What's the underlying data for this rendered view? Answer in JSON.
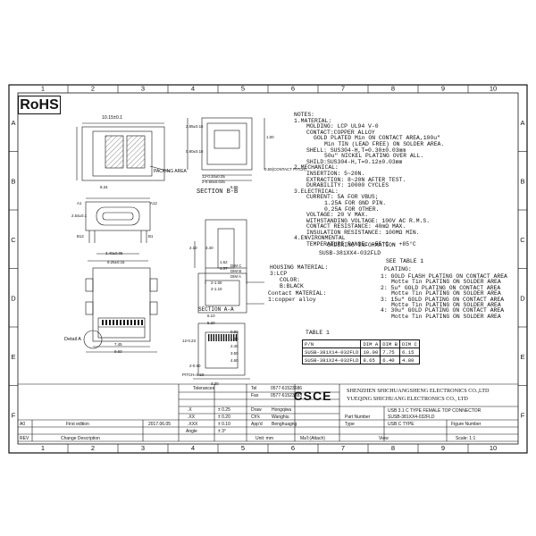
{
  "badge": "RoHS",
  "grid": {
    "columns": [
      "1",
      "2",
      "3",
      "4",
      "5",
      "6",
      "7",
      "8",
      "9",
      "10"
    ],
    "rows": [
      "A",
      "B",
      "C",
      "D",
      "E",
      "F"
    ]
  },
  "notes": {
    "header": "NOTES:",
    "lines": [
      "1.MATERIAL:",
      "MOLDING: LCP UL94 V-0",
      "CONTACT:COPPER ALLOY",
      "GOLD PLATED Min ON CONTACT AREA,100u\"",
      "Min TIN (LEAD FREE) ON SOLDER AREA.",
      "SHELL: SUS304-H,T=0.30±0.03mm",
      "50u\" NICKEL PLATING OVER ALL.",
      "SHILD:SUS304-H,T=0.12±0.03mm",
      "2.MECHANICAL:",
      "INSERTION: 5~20N.",
      "EXTRACTION: 8~20N AFTER TEST.",
      "DURABILITY: 10000 CYCLES",
      "3.ELECTRICAL:",
      "CURRENT: 5A FOR VBUS;",
      "1.25A FOR GND PIN.",
      "0.25A FOR OTHER.",
      "VOLTAGE: 20 V MAX.",
      "WITHSTANDING VOLTAGE: 100V AC R.M.S.",
      "CONTACT RESISTANCE: 40mΩ MAX.",
      "INSULATION RESISTANCE: 100MΩ MIN.",
      "4.ENVIRONMENTAL",
      "TEMPERATURE RANGE: -55°C ~ +85°C"
    ]
  },
  "ordering": {
    "title": "ORDERING INFORMATION",
    "part_code": "SUSB-381XX4-032FLD",
    "see_table": "SEE TABLE 1",
    "housing_label": "HOUSING MATERIAL:",
    "housing_value": "3:LCP",
    "color_label": "COLOR:",
    "color_value": "B:BLACK",
    "contact_label": "Contact MATERIAL:",
    "contact_value": "1:copper alloy",
    "plating_label": "PLATING:",
    "plating": [
      "1: GOLD FLASH PLATING ON CONTACT AREA",
      "Motte Tin PLATING ON SOLDER AREA",
      "2: 5u\" GOLD PLATING ON CONTACT AREA",
      "Motte Tin PLATING ON SOLDER AREA",
      "3: 15u\" GOLD PLATING ON CONTACT AREA",
      "Motte Tin PLATING ON SOLDER AREA",
      "4: 30u\" GOLD PLATING ON CONTACT AREA",
      "Motte Tin PLATING ON SOLDER AREA"
    ]
  },
  "table1": {
    "title": "TABLE 1",
    "headers": [
      "P/N",
      "DIM A",
      "DIM B",
      "DIM C"
    ],
    "rows": [
      [
        "SUSB-381X14-032FLD",
        "10.00",
        "7.75",
        "6.15"
      ],
      [
        "SUSB-381X24-032FLD",
        "8.65",
        "6.40",
        "4.80"
      ]
    ]
  },
  "drawing_labels": {
    "top_width": "10.15±0.1",
    "packing_area": "PACKING AREA",
    "section_bb": "SECTION  B-B",
    "section_aa": "SECTION  A-A",
    "detail_a": "Detail A",
    "dims": [
      "8.34",
      "A1",
      "A12",
      "B12",
      "B1",
      "2.54±0.1",
      "3.40±0.05",
      "9.26±0.15",
      "0.50(CONTACT PITCH)",
      "12-0.30±0.05",
      "2-0.60±0.025",
      "6.86",
      "2.85±0.15",
      "0.80±0.15",
      "1.00",
      "2.10",
      "3.40",
      "DIM C",
      "DIM B",
      "DIM A",
      "1.62",
      "1.37",
      "2-1.00",
      "2-1.10",
      "7.45",
      "9.60",
      "6.10",
      "5.20",
      "12-0.23",
      "0.80",
      "1.40",
      "2.40",
      "3.50",
      "4.60",
      "PITCH=0.50",
      "3.30",
      "2-0.60"
    ]
  },
  "title_block": {
    "tolerances_label": "Tolerances",
    "tel_label": "Tel",
    "tel_value": "0577-61523686",
    "fax_label": "Fax",
    "fax_value": "0577-61523683",
    "tolerance_rows": [
      [
        ".X",
        "± 0.25"
      ],
      [
        ".XX",
        "± 0.20"
      ],
      [
        ".XXX",
        "± 0.10"
      ]
    ],
    "angle_label": "Angle",
    "angle_value": "± 3°",
    "draw_label": "Draw",
    "draw_value": "Hongqiwu",
    "chk_label": "Ch'k",
    "chk_value": "Wanghiu",
    "appd_label": "App'd",
    "appd_value": "Benghuagng",
    "unit_label": "Unit: mm",
    "logo": "CSCE",
    "company_cn": "SHENZHEN SHICHUANGSHENG ELECTRONICS CO.,LTD",
    "company_2": "YUEQING SHICHUANG ELECTRONICS CO., LTD",
    "product_title": "USB 3.1 C TYPE FEMALE TOP CONNECTOR",
    "part_number_label": "Part Number",
    "part_number": "SUSB-381XX4-032FLD",
    "type_label": "Type",
    "type_value": "USB C TYPE",
    "figure_label": "Figure Number",
    "figure_value": "",
    "material_label": "Ma'l:(Attach)",
    "view_label": "View",
    "scale_label": "Scale: 1:1",
    "rev_header": "REV",
    "change_header": "Change Description",
    "a0": "A0",
    "first_edition": "First edition",
    "date": "2017.06.05"
  }
}
